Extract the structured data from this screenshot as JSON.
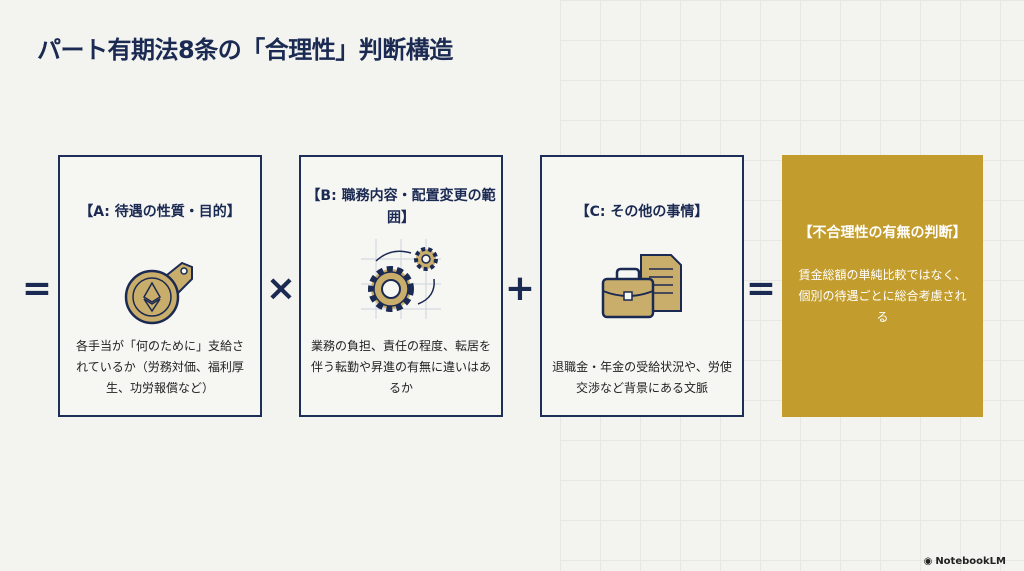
{
  "title": "パート有期法8条の「合理性」判断構造",
  "operators": {
    "lead": "=",
    "times": "×",
    "plus": "+",
    "equals": "="
  },
  "cards": [
    {
      "heading": "【A: 待遇の性質・目的】",
      "icon": "coin-tag-icon",
      "text": "各手当が「何のために」支給されているか（労務対価、福利厚生、功労報償など）"
    },
    {
      "heading": "【B: 職務内容・配置変更の範囲】",
      "icon": "gears-icon",
      "text": "業務の負担、責任の程度、転居を伴う転勤や昇進の有無に違いはあるか"
    },
    {
      "heading": "【C: その他の事情】",
      "icon": "briefcase-document-icon",
      "text": "退職金・年金の受給状況や、労使交渉など背景にある文脈"
    }
  ],
  "result": {
    "heading": "【不合理性の有無の判断】",
    "text": "賃金総額の単純比較ではなく、個別の待遇ごとに総合考慮される"
  },
  "brand": "NotebookLM",
  "colors": {
    "navy": "#1b2a52",
    "gold": "#c29d2e",
    "background": "#f3f3ef"
  }
}
